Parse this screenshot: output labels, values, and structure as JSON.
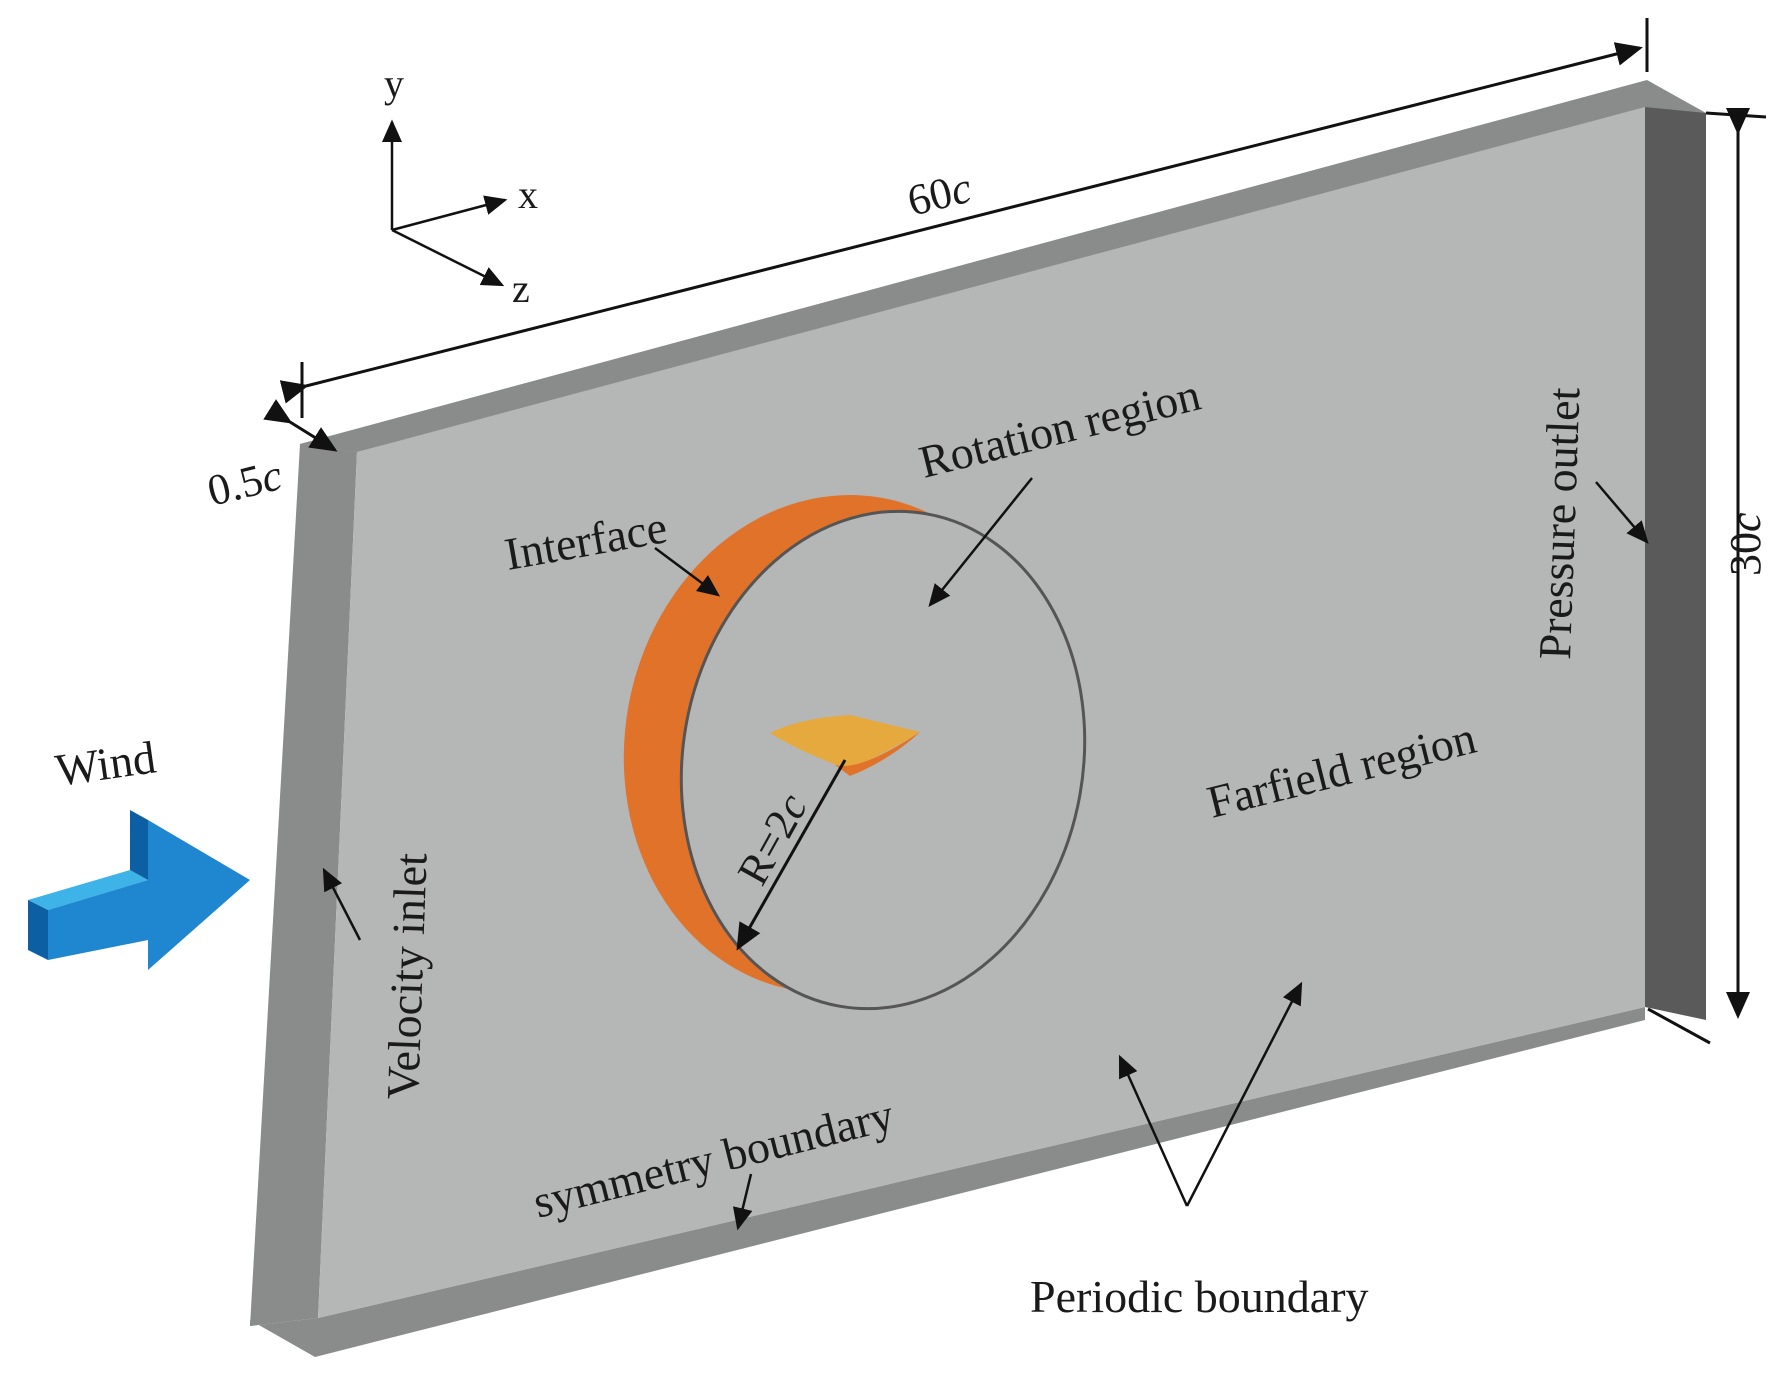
{
  "colors": {
    "domain_face": "#b5b6b6",
    "domain_top_edge": "#8a8b8b",
    "domain_left_edge": "#8a8b8b",
    "domain_right_edge": "#5a5a5a",
    "domain_bottom_edge": "#8a8b8b",
    "interface_outer": "#e07329",
    "interface_inner": "#ea6100",
    "airfoil": "#e6a93e",
    "airfoil_underside": "#e07329",
    "wind_arrow": "#1f86d0",
    "wind_arrow_light": "#3db3e8",
    "wind_arrow_dark": "#0d5fa3",
    "line": "#111111"
  },
  "axes": {
    "y": "y",
    "x": "x",
    "z": "z"
  },
  "dimensions": {
    "length": {
      "value": "60",
      "unit": "c"
    },
    "height": {
      "value": "30",
      "unit": "c"
    },
    "thickness": {
      "value": "0.5",
      "unit": "c"
    },
    "radius": {
      "prefix": "R=2",
      "unit": "c"
    }
  },
  "labels": {
    "wind": "Wind",
    "velocity_inlet": "Velocity inlet",
    "pressure_outlet": "Pressure outlet",
    "interface": "Interface",
    "rotation_region": "Rotation region",
    "farfield_region": "Farfield region",
    "symmetry_boundary": "symmetry boundary",
    "periodic_boundary": "Periodic boundary"
  },
  "icons": [
    "wind-arrow-icon",
    "airfoil-icon"
  ]
}
